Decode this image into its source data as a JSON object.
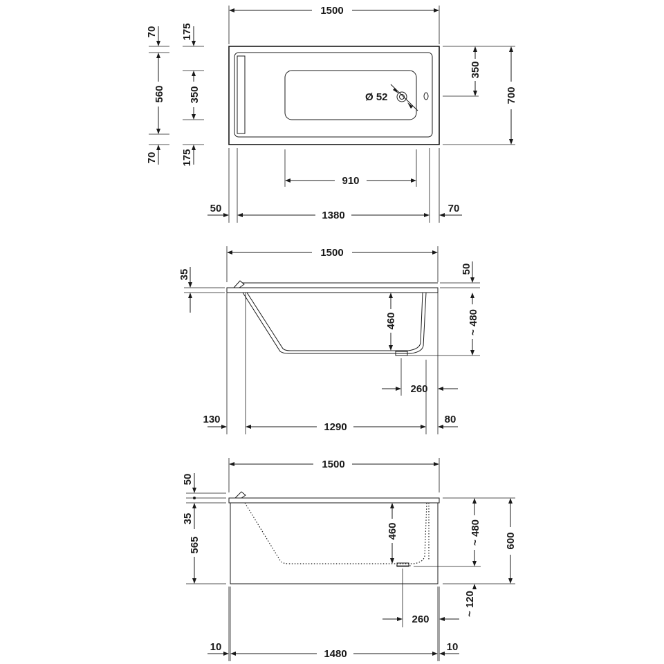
{
  "top_view": {
    "overall_length": "1500",
    "outer_width": "700",
    "edge_top": "70",
    "edge_bottom": "70",
    "inner_width": "560",
    "basin_top_offset": "175",
    "basin_bottom_offset": "175",
    "basin_width": "350",
    "basin_width_right": "350",
    "drain": "Ø 52",
    "basin_length": "910",
    "left_rim": "50",
    "inner_length": "1380",
    "right_rim": "70"
  },
  "side_view": {
    "overall_length": "1500",
    "rim_thickness": "35",
    "right_rim_height": "50",
    "inner_depth": "460",
    "overall_depth": "~ 480",
    "drain_offset": "260",
    "left_offset": "130",
    "bottom_length": "1290",
    "right_offset": "80"
  },
  "panel_view": {
    "overall_length": "1500",
    "top_rim": "50",
    "rim_thickness": "35",
    "panel_height": "565",
    "inner_depth": "460",
    "overall_depth": "~ 480",
    "total_height": "600",
    "feet": "~ 120",
    "drain_offset": "260",
    "left_gap": "10",
    "panel_length": "1480",
    "right_gap": "10"
  }
}
